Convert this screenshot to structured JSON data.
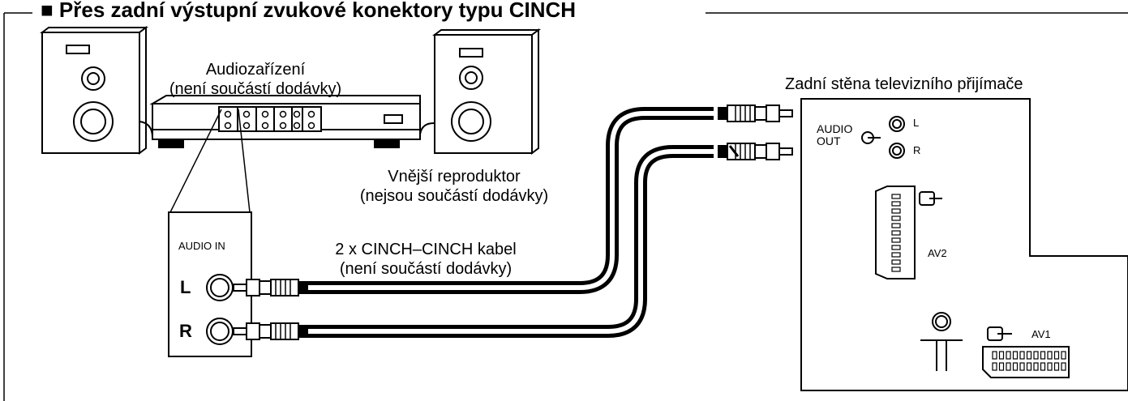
{
  "title": "■ Přes zadní výstupní zvukové konektory typu CINCH",
  "audio_device": {
    "line1": "Audiozařízení",
    "line2": "(není součástí dodávky)"
  },
  "speakers": {
    "line1": "Vnější reproduktor",
    "line2": "(nejsou součástí dodávky)"
  },
  "cable": {
    "line1": "2 x CINCH–CINCH kabel",
    "line2": "(není součástí dodávky)"
  },
  "tv": {
    "caption": "Zadní stěna televizního přijímače",
    "audio_out_line1": "AUDIO",
    "audio_out_line2": "OUT",
    "jack_left": "L",
    "jack_right": "R",
    "av2": "AV2",
    "av1": "AV1"
  },
  "inset": {
    "audio_in": "AUDIO IN",
    "left": "L",
    "right": "R"
  }
}
